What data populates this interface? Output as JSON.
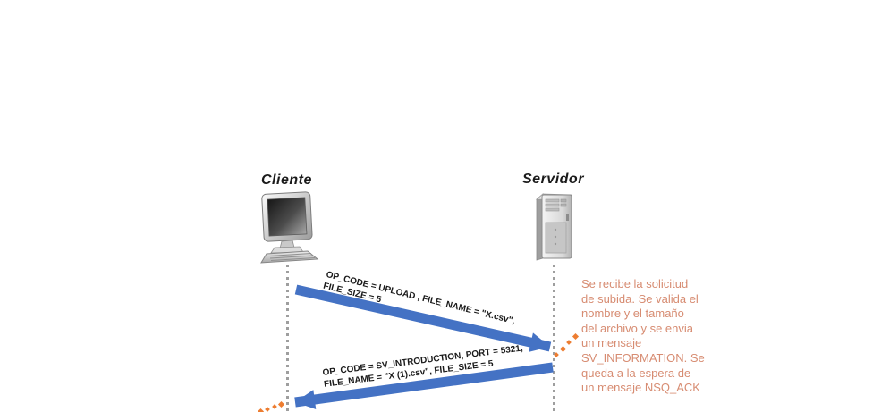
{
  "diagram": {
    "actors": [
      {
        "label": "Cliente"
      },
      {
        "label": "Servidor"
      }
    ],
    "messages": [
      {
        "from": "Cliente",
        "to": "Servidor",
        "line1": "OP_CODE = UPLOAD , FILE_NAME = \"X.csv\",",
        "line2": "FILE_SIZE = 5"
      },
      {
        "from": "Servidor",
        "to": "Cliente",
        "line1": "OP_CODE = SV_INTRODUCTION, PORT = 5321,",
        "line2": "FILE_NAME = \"X (1).csv\", FILE_SIZE = 5"
      }
    ],
    "server_note": {
      "lines": [
        "Se recibe la solicitud",
        "de subida. Se valida el",
        "nombre y el tamaño",
        "del archivo y se envia",
        "un mensaje",
        "SV_INFORMATION. Se",
        "queda a la espera de",
        "un mensaje NSQ_ACK"
      ]
    },
    "colors": {
      "arrow_blue": "#4472C4",
      "note_text": "#D78C72",
      "connector_dot_orange": "#ED7D31",
      "lifeline_gray": "#9E9E9E",
      "label_text": "#1A1A1A"
    }
  }
}
